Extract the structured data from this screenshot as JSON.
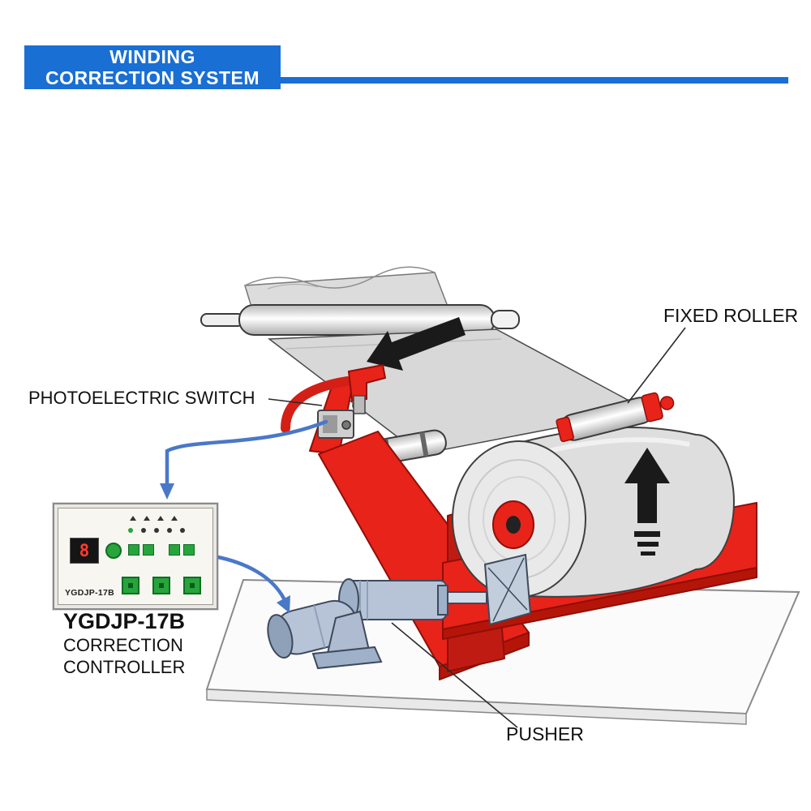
{
  "header": {
    "line1": "WINDING",
    "line2": "CORRECTION SYSTEM"
  },
  "labels": {
    "fixed_roller": "FIXED ROLLER",
    "photoelectric_switch": "PHOTOELECTRIC SWITCH",
    "pusher": "PUSHER"
  },
  "controller": {
    "panel_model": "YGDJP-17B",
    "display_digit": "8",
    "caption_model": "YGDJP-17B",
    "caption_line1": "CORRECTION",
    "caption_line2": "CONTROLLER"
  },
  "colors": {
    "banner_blue": "#1a6fd4",
    "machine_red": "#e8231a",
    "machine_red_dark": "#b51508",
    "connector_blue": "#4a78c8",
    "roller_grey": "#d8d8d8",
    "pusher_steel": "#b7c4d8"
  }
}
